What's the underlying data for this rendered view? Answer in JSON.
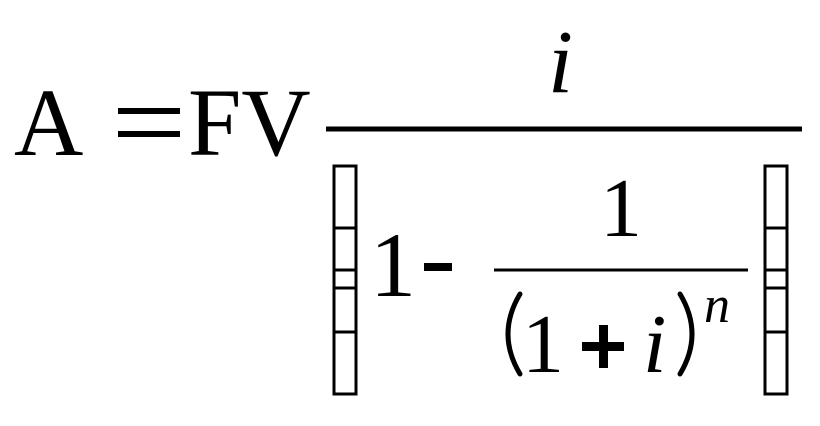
{
  "formula": {
    "lhs": "A",
    "equals": "=",
    "coefficient": "FV",
    "numerator": "i",
    "denominator": {
      "one": "1",
      "minus": "-",
      "inner_numerator": "1",
      "inner_one": "1",
      "plus": "+",
      "inner_i": "i",
      "exponent": "n"
    }
  },
  "colors": {
    "ink": "#000000",
    "background": "#ffffff"
  }
}
